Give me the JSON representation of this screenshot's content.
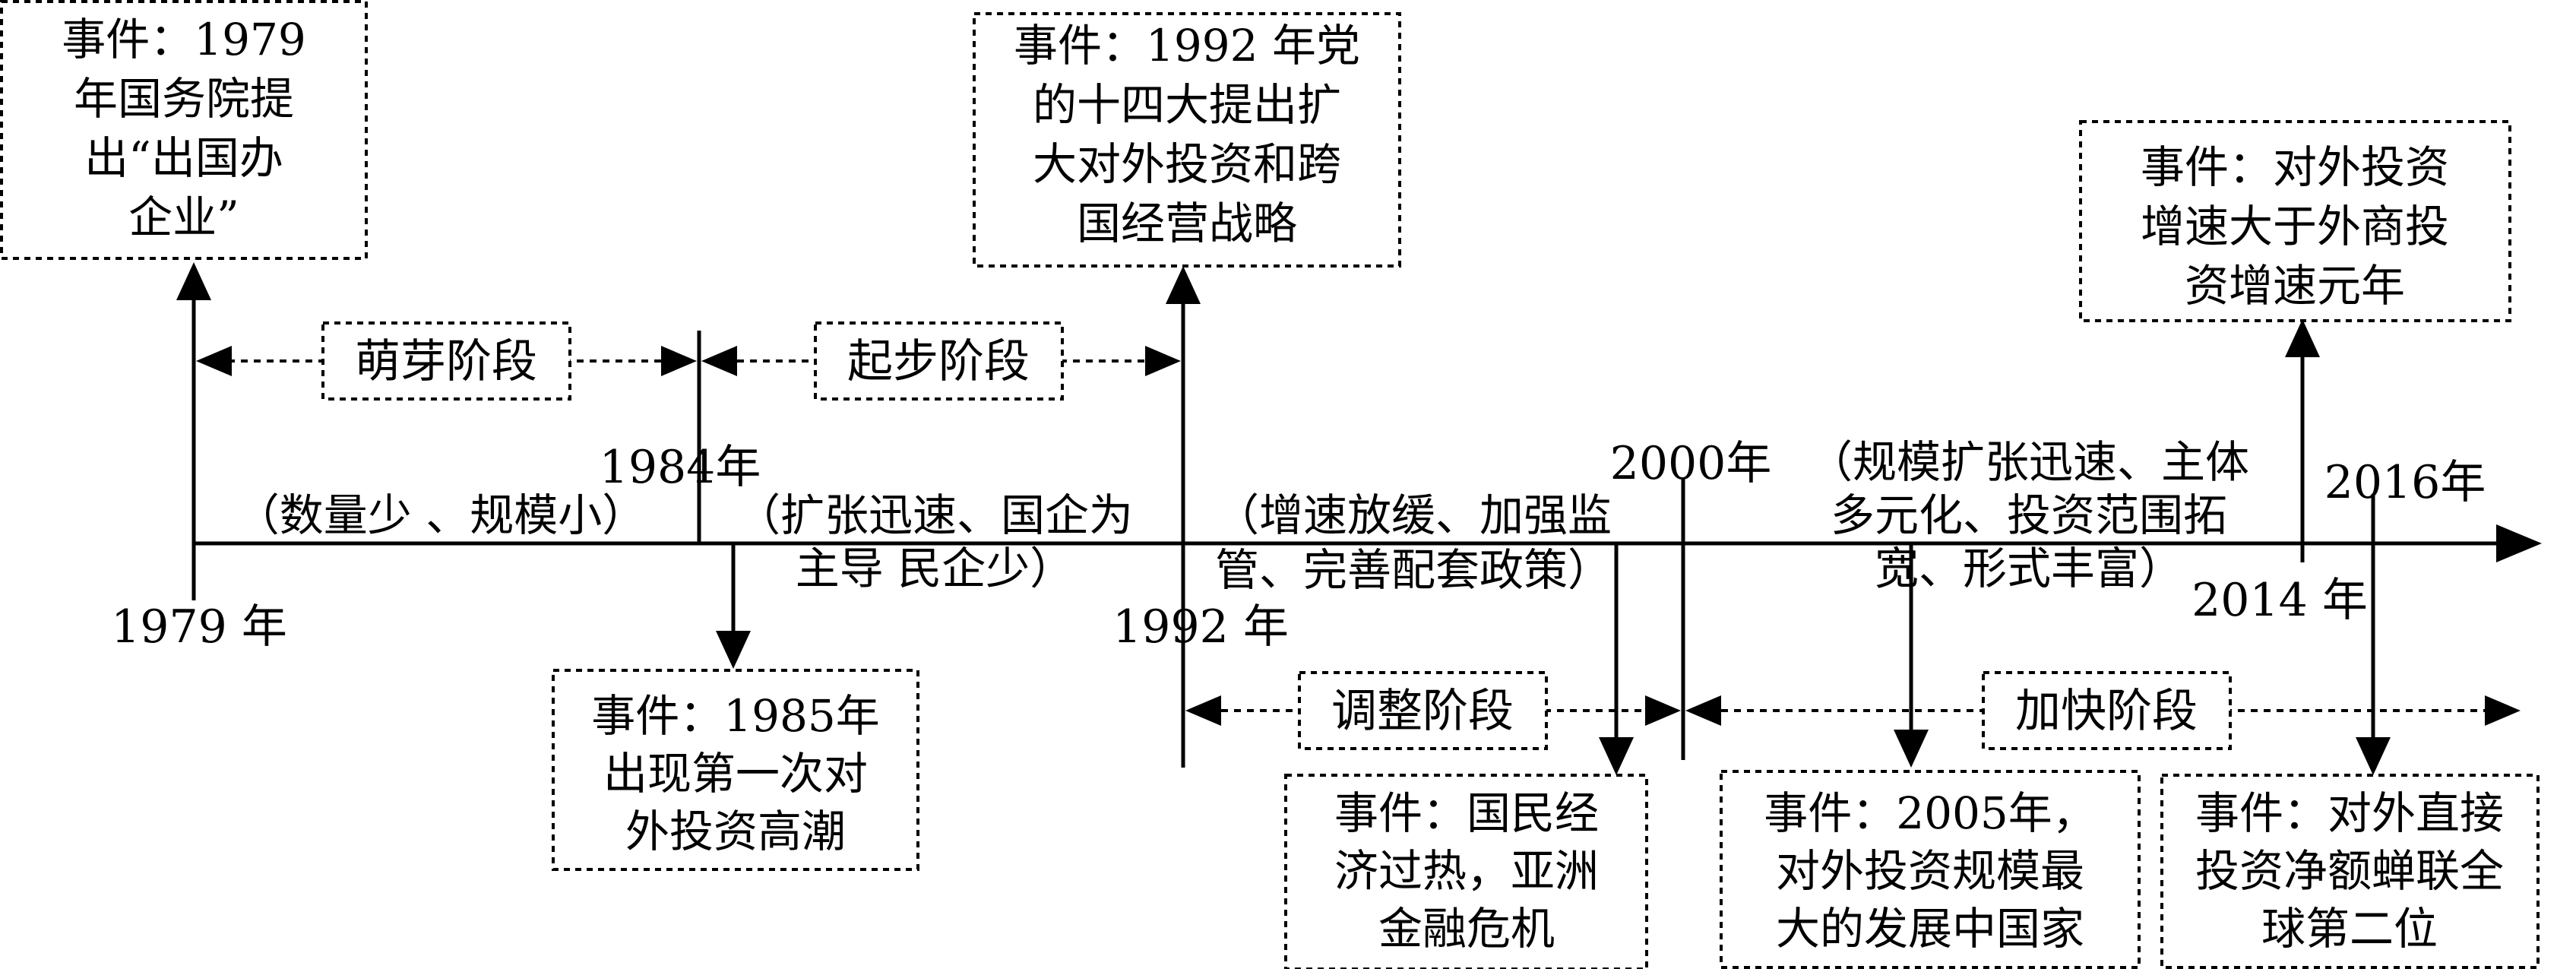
{
  "timeline": {
    "years": {
      "y1979": "1979 年",
      "y1984": "1984年",
      "y1992": "1992 年",
      "y2000": "2000年",
      "y2014": "2014 年",
      "y2016": "2016年"
    },
    "stages": {
      "s1": "萌芽阶段",
      "s2": "起步阶段",
      "s3": "调整阶段",
      "s4": "加快阶段"
    },
    "descriptions": {
      "d1": [
        "（数量少 、规模小）"
      ],
      "d2": [
        "（扩张迅速、国企为",
        "主导 民企少）"
      ],
      "d3": [
        "（增速放缓、加强监",
        "管、完善配套政策）"
      ],
      "d4": [
        "（规模扩张迅速、主体",
        "多元化、投资范围拓",
        "宽、形式丰富）"
      ]
    },
    "events": {
      "e1979": [
        "事件：1979",
        "年国务院提",
        "出“出国办",
        "企业”"
      ],
      "e1992": [
        "事件：1992 年党",
        "的十四大提出扩",
        "大对外投资和跨",
        "国经营战略"
      ],
      "e2014": [
        "事件：对外投资",
        "增速大于外商投",
        "资增速元年"
      ],
      "e1985": [
        "事件：1985年",
        "出现第一次对",
        "外投资高潮"
      ],
      "e_crisis": [
        "事件：国民经",
        "济过热，亚洲",
        "金融危机"
      ],
      "e2005": [
        "事件：2005年，",
        "对外投资规模最",
        "大的发展中国家"
      ],
      "e2016": [
        "事件：对外直接",
        "投资净额蝉联全",
        "球第二位"
      ]
    }
  }
}
